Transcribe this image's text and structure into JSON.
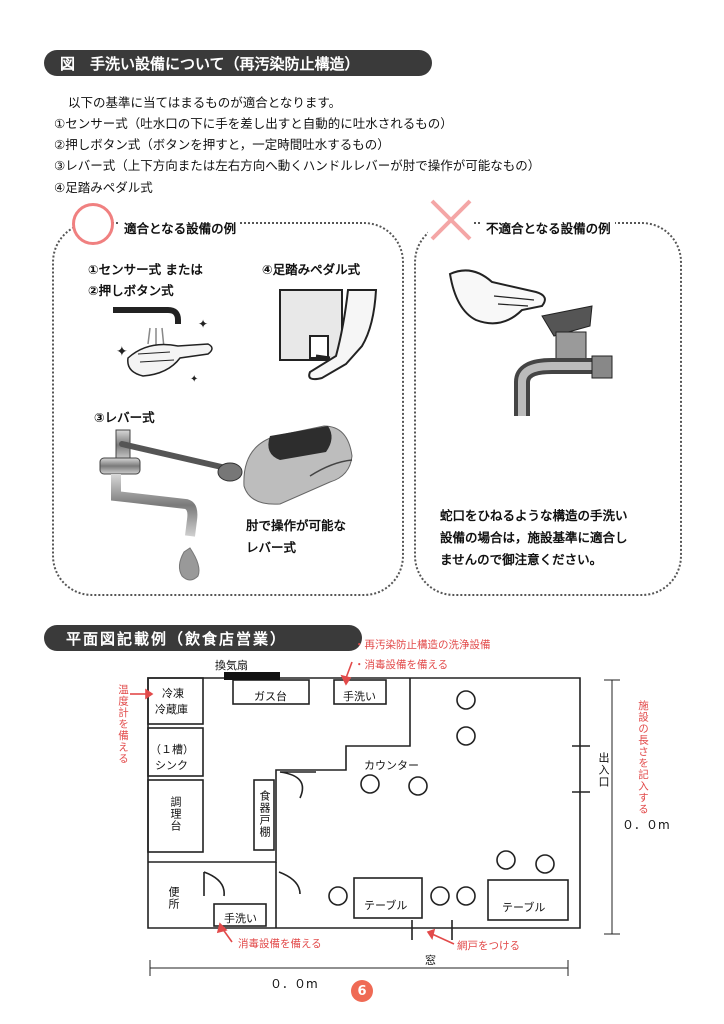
{
  "section1": {
    "title": "図　手洗い設備について（再汚染防止構造）",
    "intro": "以下の基準に当てはまるものが適合となります。",
    "criteria": [
      "①センサー式（吐水口の下に手を差し出すと自動的に吐水されるもの）",
      "②押しボタン式（ボタンを押すと，一定時間吐水するもの）",
      "③レバー式（上下方向または左右方向へ動くハンドルレバーが肘で操作が可能なもの）",
      "④足踏みペダル式"
    ],
    "good": {
      "heading": "適合となる設備の例",
      "sensor_line1": "①センサー式 または",
      "sensor_line2": "②押しボタン式",
      "pedal": "④足踏みペダル式",
      "lever": "③レバー式",
      "lever_note_1": "肘で操作が可能な",
      "lever_note_2": "レバー式"
    },
    "bad": {
      "heading": "不適合となる設備の例",
      "note_1": "蛇口をひねるような構造の手洗い",
      "note_2": "設備の場合は，施設基準に適合し",
      "note_3": "ませんので御注意ください。"
    }
  },
  "section2": {
    "title": "平面図記載例（飲食店営業）",
    "annotations": {
      "top_red_1": "・再汚染防止構造の洗浄設備",
      "top_red_2": "・消毒設備を備える",
      "thermometer": "温度計を備える",
      "facility_length": "施設の長さを記入する",
      "disinfect_bottom": "消毒設備を備える",
      "screen_door": "網戸をつける"
    },
    "rooms": {
      "ventilation_fan": "換気扇",
      "freezer_1": "冷凍",
      "freezer_2": "冷蔵庫",
      "gas_stove": "ガス台",
      "handwash_kitchen": "手洗い",
      "sink_1": "（１槽）",
      "sink_2": "シンク",
      "counter": "カウンター",
      "cooking_table": "調理台",
      "dish_cabinet": "食器戸棚",
      "toilet": "便所",
      "handwash_toilet": "手洗い",
      "table_1": "テーブル",
      "table_2": "テーブル",
      "entrance": "出入口",
      "window": "窓",
      "dim_horizontal": "０．０m",
      "dim_vertical": "０．０m"
    }
  },
  "page_number": "6",
  "colors": {
    "pill_bg": "#3a3a3a",
    "red": "#e24a4a",
    "page_badge": "#ef6a55"
  }
}
